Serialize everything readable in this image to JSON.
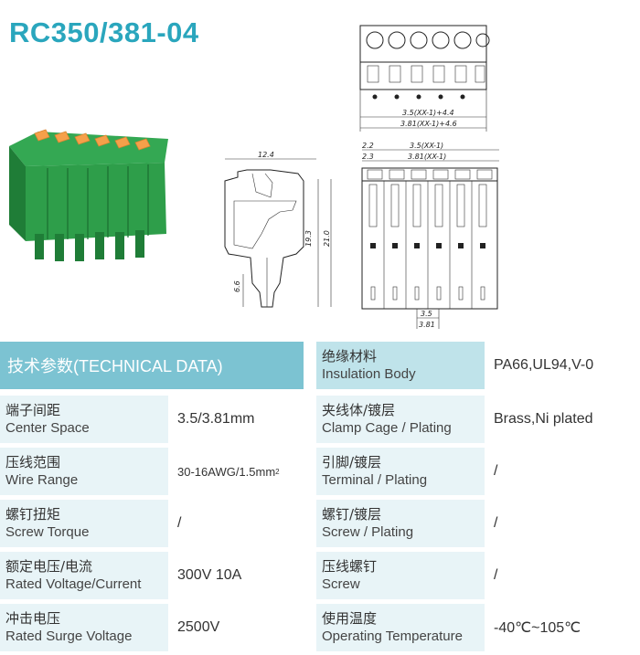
{
  "title": "RC350/381-04",
  "drawing": {
    "top_dim_1": "3.5(XX-1)+4.4",
    "top_dim_2": "3.81(XX-1)+4.6",
    "side_width": "12.4",
    "side_h1": "19.3",
    "side_h2": "21.0",
    "side_h3": "6.6",
    "front_2_2": "2.2",
    "front_2_3": "2.3",
    "front_pitch_1": "3.5(XX-1)",
    "front_pitch_2": "3.81(XX-1)",
    "bottom_pitch_1": "3.5",
    "bottom_pitch_2": "3.81"
  },
  "table": {
    "header": "技术参数(TECHNICAL DATA)",
    "rows": [
      {
        "zh": "端子间距",
        "en": "Center Space",
        "value": "3.5/3.81mm"
      },
      {
        "zh": "压线范围",
        "en": "Wire Range",
        "value": "30-16AWG/1.5mm",
        "sup": "2"
      },
      {
        "zh": "螺钉扭矩",
        "en": "Screw Torque",
        "value": "/"
      },
      {
        "zh": "额定电压/电流",
        "en": "Rated Voltage/Current",
        "value": "300V 10A"
      },
      {
        "zh": "冲击电压",
        "en": "Rated Surge Voltage",
        "value": "2500V"
      }
    ],
    "right_rows": [
      {
        "zh": "绝缘材料",
        "en": "Insulation Body",
        "value": "PA66,UL94,V-0"
      },
      {
        "zh": "夹线体/镀层",
        "en": "Clamp Cage / Plating",
        "value": "Brass,Ni plated"
      },
      {
        "zh": "引脚/镀层",
        "en": "Terminal / Plating",
        "value": "/"
      },
      {
        "zh": "螺钉/镀层",
        "en": "Screw / Plating",
        "value": "/"
      },
      {
        "zh": "压线螺钉",
        "en": "Screw",
        "value": "/"
      },
      {
        "zh": "使用温度",
        "en": "Operating Temperature",
        "value": "-40℃~105℃"
      }
    ]
  }
}
